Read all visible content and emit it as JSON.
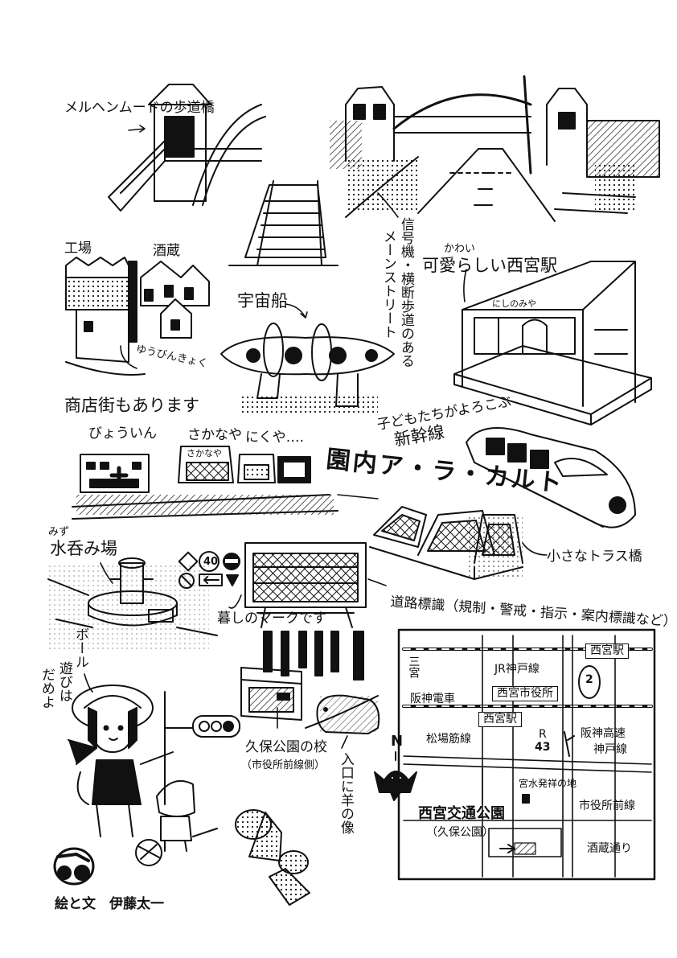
{
  "labels": {
    "footbridge": "メルヘンムードの歩道橋",
    "factory": "工場",
    "brewery": "酒蔵",
    "post_office": "ゆうびんきょく",
    "spaceship": "宇宙船",
    "main_street_1": "信号機・横断歩道のある",
    "main_street_2": "メーンストリート",
    "station_ruby": "かわい",
    "station": "可愛らしい西宮駅",
    "station_sign": "にしのみや",
    "shopping": "商店街もあります",
    "hospital": "びょういん",
    "fish_shop": "さかなや",
    "meat_shop": "にくや….",
    "fish_sign": "さかなや",
    "title": "園内ア・ラ・カルト",
    "shinkansen_1": "子どもたちがよろこぶ",
    "shinkansen_2": "新幹線",
    "fountain_ruby": "みず",
    "fountain": "水呑み場",
    "truss": "小さなトラス橋",
    "road_signs": "道路標識（規制・警戒・指示・案内標識など）",
    "life_marks": "暮しのマークです",
    "ball_1": "ボール",
    "ball_2": "遊びは",
    "ball_3": "だめよ",
    "school": "久保公園の校",
    "school_sub": "（市役所前線側）",
    "sheep_statue": "入口に羊の像",
    "credit": "絵と文　伊藤太一",
    "sign_40": "40"
  },
  "map": {
    "station_top": "西宮駅",
    "jr_line": "JR神戸線",
    "sannomiya": "三宮",
    "hanshin_train": "阪神電車",
    "city_hall": "西宮市役所",
    "station_mid": "西宮駅",
    "matsubaba": "松場筋線",
    "r43_letter": "R",
    "r43_num": "43",
    "route2": "2",
    "hanshin_expressway_1": "阪神高速",
    "hanshin_expressway_2": "神戸線",
    "miyamizu": "宮水発祥の地",
    "shiyakusho_line": "市役所前線",
    "park_name": "西宮交通公園",
    "park_sub": "（久保公園）",
    "sakagura_street": "酒蔵通り",
    "north": "N"
  }
}
